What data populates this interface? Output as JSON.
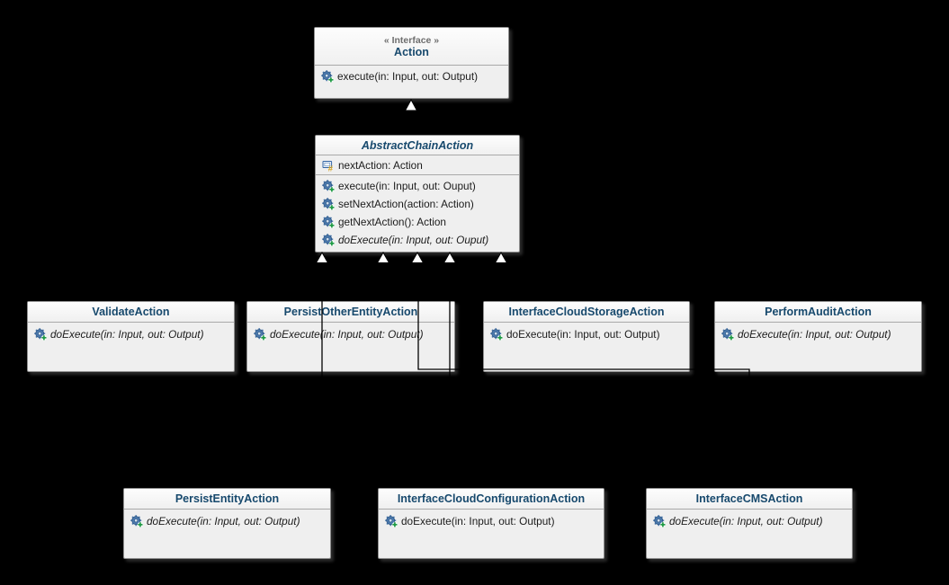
{
  "diagram": {
    "type": "uml-class-diagram",
    "background_color": "#000000",
    "box_fill": "#efefef",
    "header_fill": "#fbfbfb",
    "title_color": "#17496d",
    "stereotype_color": "#6e6e6e",
    "member_text_color": "#1b1b1b",
    "operation_icon_color": "#4b79ad",
    "operation_icon_plus_color": "#1e9a44",
    "attribute_icon_color": "#3465a4",
    "attribute_icon_hash_color": "#d4a017"
  },
  "classes": {
    "action": {
      "stereotype": "« Interface »",
      "name": "Action",
      "methods": [
        {
          "text": "execute(in: Input, out: Output)",
          "italic": false
        }
      ]
    },
    "abstract_chain_action": {
      "name": "AbstractChainAction",
      "abstract": true,
      "attributes": [
        {
          "text": "nextAction: Action",
          "visibility": "protected"
        }
      ],
      "methods": [
        {
          "text": "execute(in: Input, out: Ouput)",
          "italic": false
        },
        {
          "text": "setNextAction(action: Action)",
          "italic": false
        },
        {
          "text": "getNextAction(): Action",
          "italic": false
        },
        {
          "text": "doExecute(in: Input, out: Ouput)",
          "italic": true
        }
      ]
    },
    "validate_action": {
      "name": "ValidateAction",
      "methods": [
        {
          "text": "doExecute(in: Input, out: Output)",
          "italic": true
        }
      ]
    },
    "persist_other_entity_action": {
      "name": "PersistOtherEntityAction",
      "methods": [
        {
          "text": "doExecute(in: Input, out: Output)",
          "italic": true
        }
      ]
    },
    "interface_cloud_storage_action": {
      "name": "InterfaceCloudStorageAction",
      "methods": [
        {
          "text": "doExecute(in: Input, out: Output)",
          "italic": false
        }
      ]
    },
    "perform_audit_action": {
      "name": "PerformAuditAction",
      "methods": [
        {
          "text": "doExecute(in: Input, out: Output)",
          "italic": true
        }
      ]
    },
    "persist_entity_action": {
      "name": "PersistEntityAction",
      "methods": [
        {
          "text": "doExecute(in: Input, out: Output)",
          "italic": true
        }
      ]
    },
    "interface_cloud_configuration_action": {
      "name": "InterfaceCloudConfigurationAction",
      "methods": [
        {
          "text": "doExecute(in: Input, out: Output)",
          "italic": false
        }
      ]
    },
    "interface_cms_action": {
      "name": "InterfaceCMSAction",
      "methods": [
        {
          "text": "doExecute(in: Input, out: Output)",
          "italic": true
        }
      ]
    }
  },
  "edges": {
    "realization": [
      {
        "from": "AbstractChainAction",
        "to": "Action"
      }
    ],
    "generalizations": [
      {
        "from": "ValidateAction",
        "to": "AbstractChainAction"
      },
      {
        "from": "PersistOtherEntityAction",
        "to": "AbstractChainAction"
      },
      {
        "from": "InterfaceCloudStorageAction",
        "to": "AbstractChainAction"
      },
      {
        "from": "PerformAuditAction",
        "to": "AbstractChainAction"
      },
      {
        "from": "PersistEntityAction",
        "to": "AbstractChainAction"
      },
      {
        "from": "InterfaceCloudConfigurationAction",
        "to": "AbstractChainAction"
      },
      {
        "from": "InterfaceCMSAction",
        "to": "AbstractChainAction"
      }
    ]
  }
}
